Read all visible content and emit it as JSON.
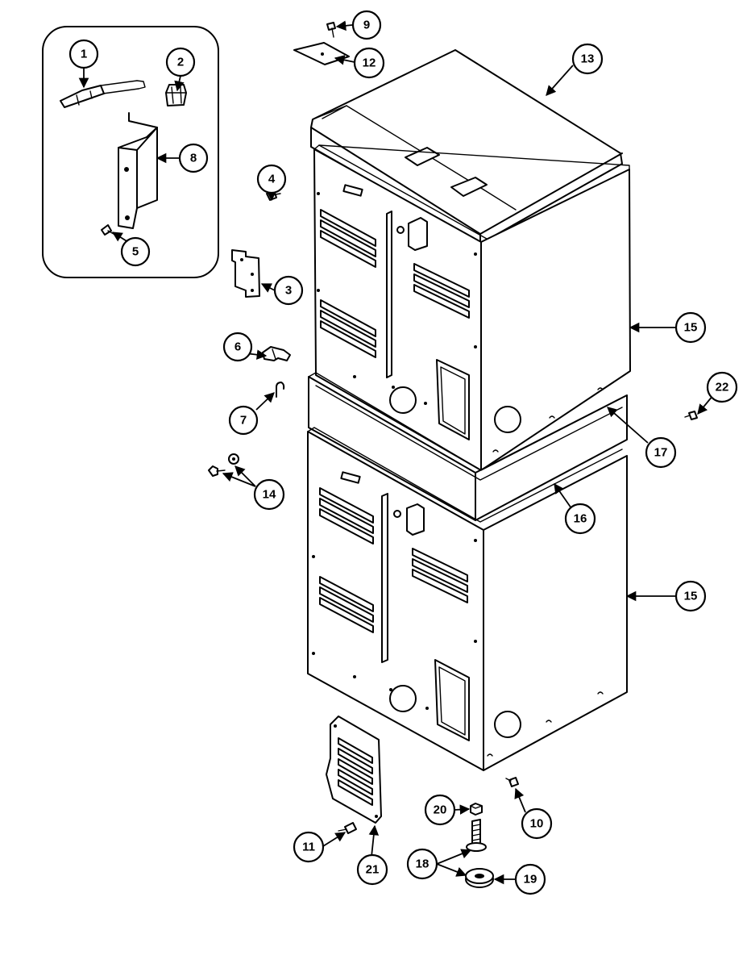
{
  "diagram": {
    "callouts": [
      {
        "label": "1"
      },
      {
        "label": "2"
      },
      {
        "label": "3"
      },
      {
        "label": "4"
      },
      {
        "label": "5"
      },
      {
        "label": "6"
      },
      {
        "label": "7"
      },
      {
        "label": "8"
      },
      {
        "label": "9"
      },
      {
        "label": "10"
      },
      {
        "label": "11"
      },
      {
        "label": "12"
      },
      {
        "label": "13"
      },
      {
        "label": "14"
      },
      {
        "label": "15"
      },
      {
        "label": "15"
      },
      {
        "label": "16"
      },
      {
        "label": "17"
      },
      {
        "label": "18"
      },
      {
        "label": "19"
      },
      {
        "label": "20"
      },
      {
        "label": "21"
      },
      {
        "label": "22"
      }
    ]
  }
}
